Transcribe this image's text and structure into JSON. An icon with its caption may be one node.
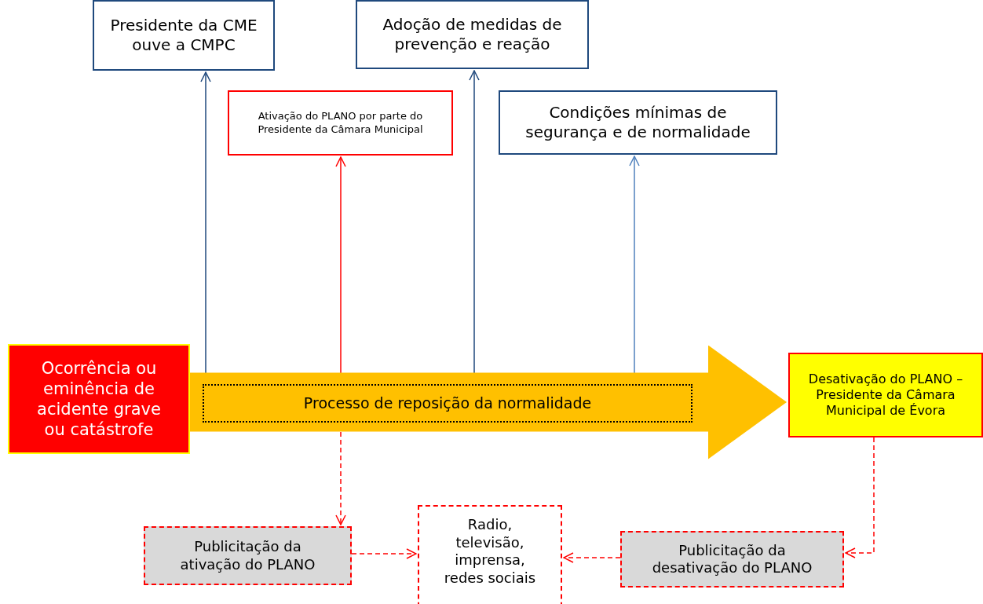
{
  "diagram": {
    "nodes": [
      {
        "text": [
          "Presidente da CME ouve a CMPC"
        ]
      },
      {
        "text": [
          "Adoção de medidas de prevenção e reação"
        ]
      },
      {
        "text": [
          "Ativação do PLANO por parte do Presidente da Câmara Municipal"
        ]
      },
      {
        "text": [
          "Condições mínimas de segurança e de normalidade"
        ]
      },
      {
        "text": [
          "Ocorrência ou eminência de acidente grave ou catástrofe"
        ]
      },
      {
        "text": [
          "Publicitação da ativação do PLANO"
        ]
      },
      {
        "text": [
          "Radio, televisão, imprensa, redes sociais"
        ]
      },
      {
        "text": [
          "Publicitação da desativação do PLANO"
        ]
      },
      {
        "text": [
          "Desativação do PLANO – Presidente da Câmara Municipal de Évora"
        ]
      }
    ],
    "edges": [
      {
        "from": null,
        "to": 0,
        "arrow": "to",
        "color": "#1f497d"
      },
      {
        "from": null,
        "to": 1,
        "arrow": "to",
        "color": "#1f497d"
      },
      {
        "from": null,
        "to": 3,
        "arrow": "to",
        "color": "#4f81bd"
      },
      {
        "from": null,
        "to": 2,
        "arrow": "to"
      },
      {
        "from": null,
        "to": 5,
        "arrow": "to",
        "style": "dashed"
      },
      {
        "from": 5,
        "to": 6,
        "arrow": "to",
        "style": "dashed"
      },
      {
        "from": 7,
        "to": 6,
        "arrow": "to",
        "style": "dashed"
      },
      {
        "from": 8,
        "to": 7,
        "arrow": "to",
        "style": "dashed"
      },
      {
        "from": 4,
        "to": 8,
        "arrow": "to",
        "style": "thick",
        "color": "#ffc000",
        "label": "Processo de reposição da normalidade"
      }
    ]
  }
}
